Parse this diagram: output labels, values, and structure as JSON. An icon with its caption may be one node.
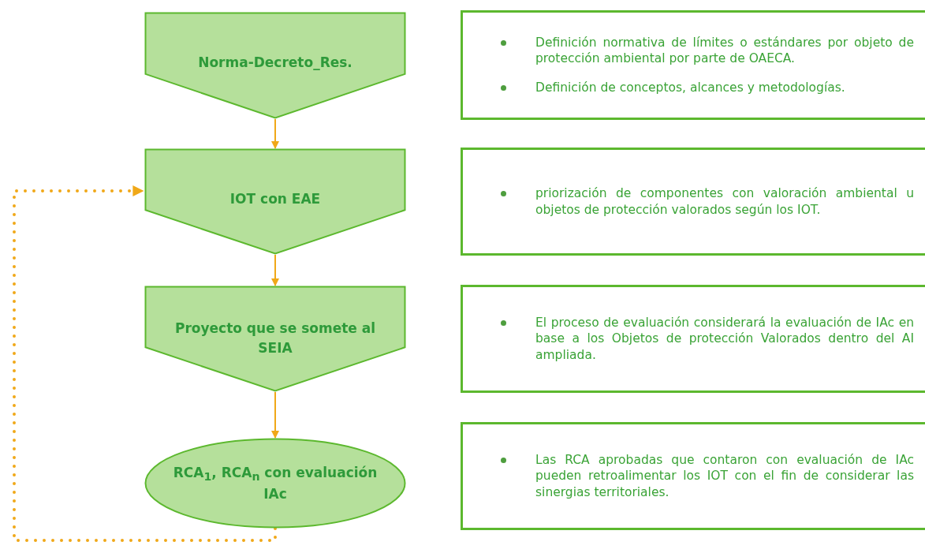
{
  "diagram": {
    "nodes": [
      {
        "text": [
          "Norma-Decreto_Res."
        ]
      },
      {
        "text": [
          "IOT con EAE"
        ]
      },
      {
        "text": [
          "Proyecto que se somete al SEIA"
        ]
      },
      {
        "text": [
          "RCA$_{1}$, RCA$_{n}$ con evaluación IAc"
        ]
      },
      {
        "text": [
          "Definición normativa de límites o estándares por objeto de protección ambiental por parte de OAECA.",
          "Definición de conceptos, alcances y metodologías."
        ]
      },
      {
        "text": [
          "priorización de componentes con valoración ambiental u objetos de protección valorados según los IOT."
        ]
      },
      {
        "text": [
          "El proceso de evaluación considerará la evaluación de IAc en base a los Objetos de protección Valorados dentro del AI ampliada."
        ]
      },
      {
        "text": [
          "Las RCA aprobadas que contaron con evaluación de IAc pueden retroalimentar los IOT con el fin de considerar las sinergias territoriales."
        ]
      }
    ],
    "edges": [
      {
        "from": 0,
        "to": 1,
        "arrow": "to"
      },
      {
        "from": 1,
        "to": 2,
        "arrow": "to"
      },
      {
        "from": 2,
        "to": 3,
        "arrow": "to"
      },
      {
        "from": 3,
        "to": 1,
        "arrow": "to",
        "style": "dashed"
      }
    ]
  }
}
